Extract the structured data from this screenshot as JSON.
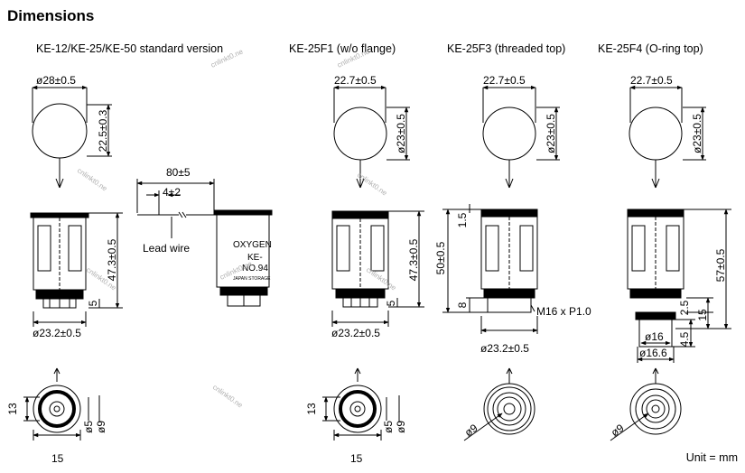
{
  "title": "Dimensions",
  "unit_note": "Unit = mm",
  "versions": [
    {
      "caption": "KE-12/KE-25/KE-50 standard version",
      "top_width": "ø28±0.5",
      "top_height": "22.5±0.3",
      "body_height": "47.3±0.5",
      "bottom_height": "5",
      "base_diameter": "ø23.2±0.5",
      "pin_spacing": "13",
      "pin_d1": "ø5",
      "pin_d2": "ø9",
      "bottom_width": "15"
    },
    {
      "caption": "KE-25F1 (w/o flange)",
      "top_width": "22.7±0.5",
      "top_height": "ø23±0.5",
      "body_height": "47.3±0.5",
      "bottom_height": "5",
      "base_diameter": "ø23.2±0.5",
      "pin_spacing": "13",
      "pin_d1": "ø5",
      "pin_d2": "ø9",
      "bottom_width": "15"
    },
    {
      "caption": "KE-25F3 (threaded top)",
      "top_width": "22.7±0.5",
      "top_height": "ø23±0.5",
      "ring_height": "1.5",
      "body_height": "50±0.5",
      "thread_height": "8",
      "thread_label": "M16 x P1.0",
      "base_diameter": "ø23.2±0.5",
      "bottom_d": "ø9"
    },
    {
      "caption": "KE-25F4 (O-ring top)",
      "top_width": "22.7±0.5",
      "top_height": "ø23±0.5",
      "body_height": "57±0.5",
      "oring_h1": "2.5",
      "oring_h2": "15",
      "oring_h3": "4.5",
      "oring_d1": "ø16",
      "oring_d2": "ø16.6",
      "bottom_d": "ø9"
    }
  ],
  "lead_wire": {
    "length": "80±5",
    "strip": "4±2",
    "label": "Lead wire"
  },
  "side_label": {
    "line1": "OXYGEN",
    "line2": "KE-",
    "line3": "NO.94",
    "line4": "JAPAN STORAGE"
  },
  "watermark": "cnlinkt0.ne"
}
